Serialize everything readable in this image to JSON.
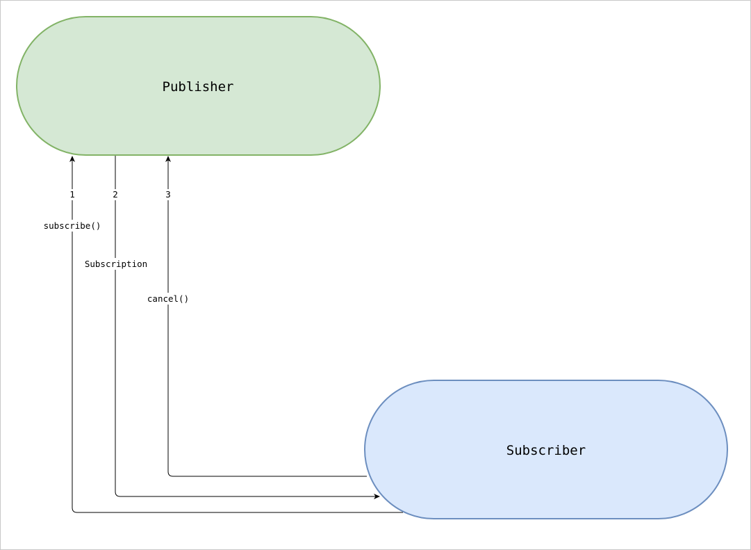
{
  "diagram": {
    "colors": {
      "publisher_fill": "#d5e8d4",
      "publisher_stroke": "#82b366",
      "subscriber_fill": "#dae8fc",
      "subscriber_stroke": "#6c8ebf",
      "edge": "#000000"
    },
    "nodes": {
      "publisher": {
        "label": "Publisher"
      },
      "subscriber": {
        "label": "Subscriber"
      }
    },
    "edges": [
      {
        "id": "subscribe",
        "step": "1",
        "label": "subscribe()",
        "from": "subscriber",
        "to": "publisher"
      },
      {
        "id": "subscription",
        "step": "2",
        "label": "Subscription",
        "from": "publisher",
        "to": "subscriber"
      },
      {
        "id": "cancel",
        "step": "3",
        "label": "cancel()",
        "from": "subscriber",
        "to": "publisher"
      }
    ]
  }
}
